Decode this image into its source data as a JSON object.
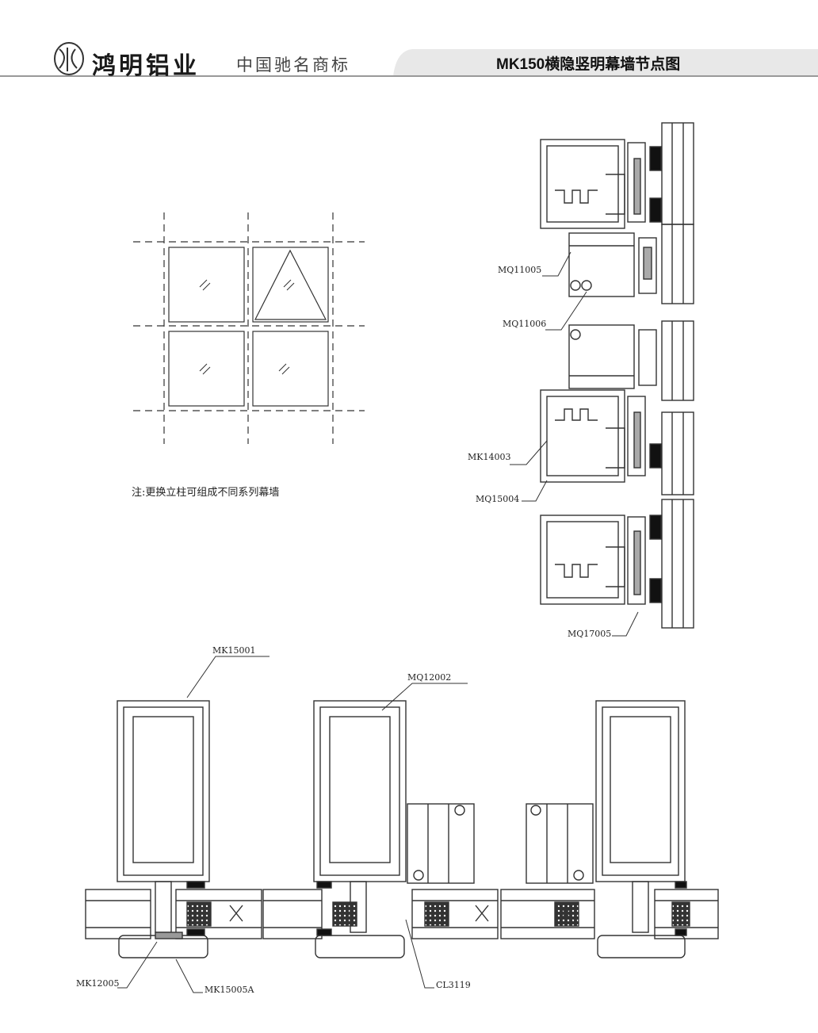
{
  "header": {
    "brand": "鸿明铝业",
    "slogan": "中国驰名商标",
    "title": "MK150横隐竖明幕墙节点图"
  },
  "note": "注:更换立柱可组成不同系列幕墙",
  "labels": {
    "mq11005": "MQ11005",
    "mq11006": "MQ11006",
    "mk14003": "MK14003",
    "mq15004": "MQ15004",
    "mq17005": "MQ17005",
    "mk15001": "MK15001",
    "mq12002": "MQ12002",
    "mk12005": "MK12005",
    "mk15005a": "MK15005A",
    "cl3119": "CL3119"
  },
  "colors": {
    "line": "#333333",
    "gray": "#9a9a9a",
    "dark": "#1a1a1a",
    "headerBand": "#e8e8e8"
  }
}
